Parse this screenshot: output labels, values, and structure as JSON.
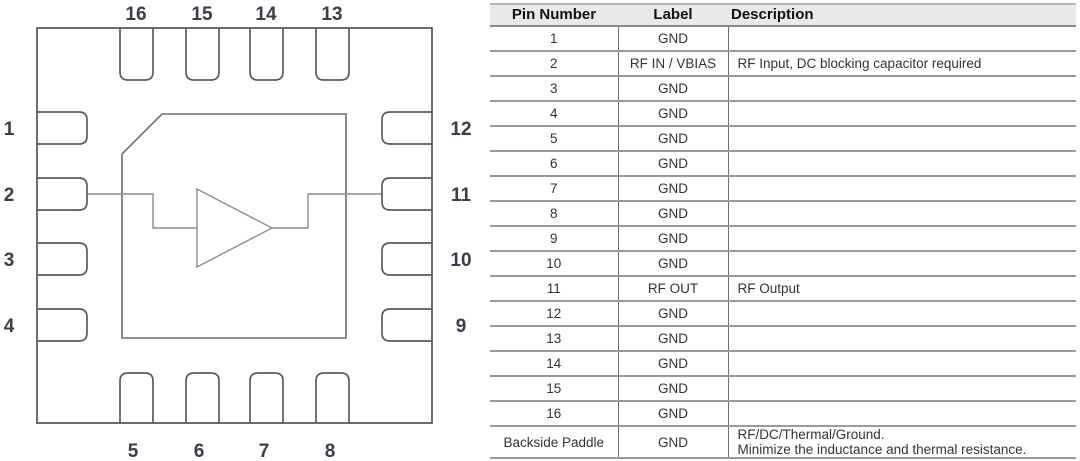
{
  "diagram": {
    "pin_labels": {
      "top": [
        "16",
        "15",
        "14",
        "13"
      ],
      "left": [
        "1",
        "2",
        "3",
        "4"
      ],
      "right": [
        "12",
        "11",
        "10",
        "9"
      ],
      "bottom": [
        "5",
        "6",
        "7",
        "8"
      ]
    }
  },
  "table": {
    "headers": [
      "Pin Number",
      "Label",
      "Description"
    ],
    "rows": [
      {
        "pin": "1",
        "label": "GND",
        "description": ""
      },
      {
        "pin": "2",
        "label": "RF IN / VBIAS",
        "description": "RF Input, DC blocking capacitor required"
      },
      {
        "pin": "3",
        "label": "GND",
        "description": ""
      },
      {
        "pin": "4",
        "label": "GND",
        "description": ""
      },
      {
        "pin": "5",
        "label": "GND",
        "description": ""
      },
      {
        "pin": "6",
        "label": "GND",
        "description": ""
      },
      {
        "pin": "7",
        "label": "GND",
        "description": ""
      },
      {
        "pin": "8",
        "label": "GND",
        "description": ""
      },
      {
        "pin": "9",
        "label": "GND",
        "description": ""
      },
      {
        "pin": "10",
        "label": "GND",
        "description": ""
      },
      {
        "pin": "11",
        "label": "RF OUT",
        "description": "RF Output"
      },
      {
        "pin": "12",
        "label": "GND",
        "description": ""
      },
      {
        "pin": "13",
        "label": "GND",
        "description": ""
      },
      {
        "pin": "14",
        "label": "GND",
        "description": ""
      },
      {
        "pin": "15",
        "label": "GND",
        "description": ""
      },
      {
        "pin": "16",
        "label": "GND",
        "description": ""
      },
      {
        "pin": "Backside Paddle",
        "label": "GND",
        "description": "RF/DC/Thermal/Ground.\nMinimize the inductance and thermal resistance."
      }
    ]
  },
  "colors": {
    "package_outline": "#5c5c60",
    "die_outline": "#6e6e72",
    "trace_gray": "#8c8c8e",
    "pin_label_text": "#3d3d48",
    "table_text": "#333333",
    "header_bg": "#e9e9e9",
    "row_line": "#9a9a9a",
    "column_line": "#707070"
  }
}
